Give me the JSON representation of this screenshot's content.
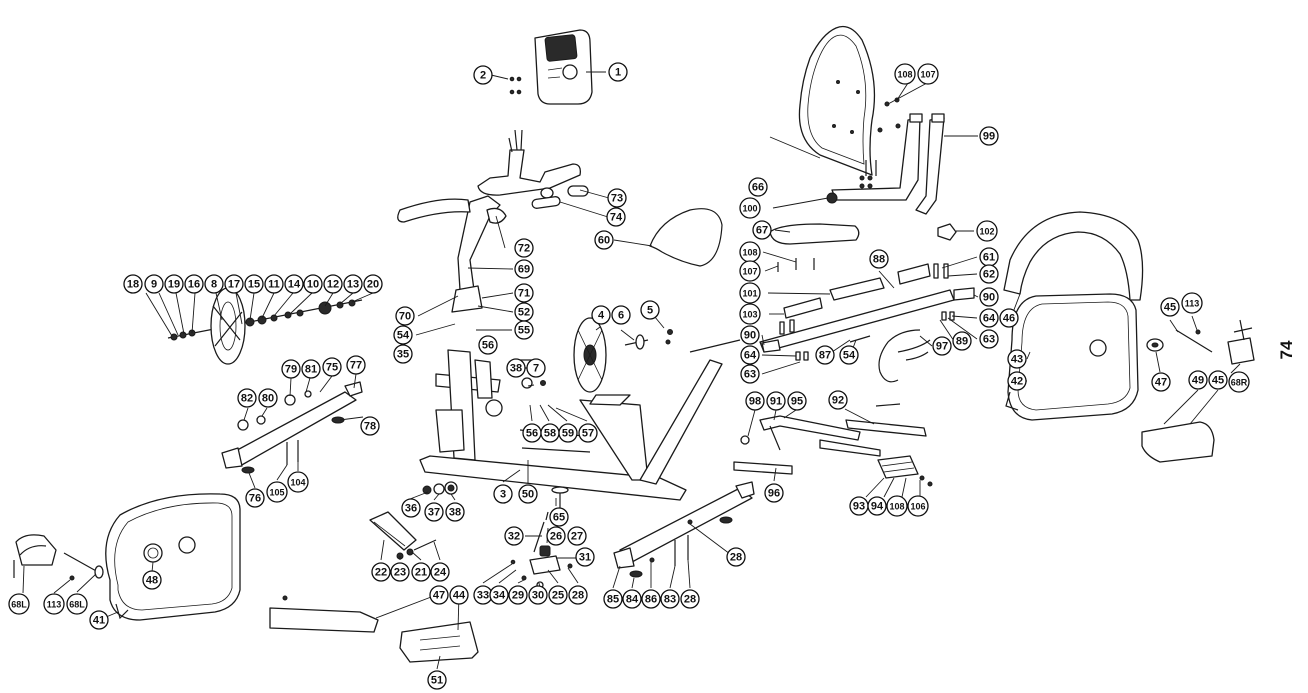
{
  "page_number": "74",
  "callout_labels": [
    "1",
    "2",
    "3",
    "4",
    "5",
    "6",
    "7",
    "8",
    "9",
    "10",
    "11",
    "12",
    "13",
    "14",
    "15",
    "16",
    "17",
    "18",
    "19",
    "20",
    "21",
    "22",
    "23",
    "24",
    "25",
    "26",
    "27",
    "28",
    "29",
    "30",
    "31",
    "32",
    "33",
    "34",
    "35",
    "36",
    "37",
    "38",
    "41",
    "42",
    "43",
    "44",
    "45",
    "46",
    "47",
    "48",
    "49",
    "50",
    "51",
    "52",
    "54",
    "55",
    "56",
    "57",
    "58",
    "59",
    "60",
    "61",
    "62",
    "63",
    "64",
    "65",
    "66",
    "67",
    "68L",
    "68R",
    "69",
    "70",
    "71",
    "72",
    "73",
    "74",
    "75",
    "76",
    "77",
    "78",
    "79",
    "80",
    "81",
    "82",
    "83",
    "84",
    "85",
    "86",
    "87",
    "88",
    "89",
    "90",
    "91",
    "92",
    "93",
    "94",
    "95",
    "96",
    "97",
    "98",
    "99",
    "100",
    "101",
    "102",
    "103",
    "104",
    "105",
    "106",
    "107",
    "108",
    "113"
  ]
}
